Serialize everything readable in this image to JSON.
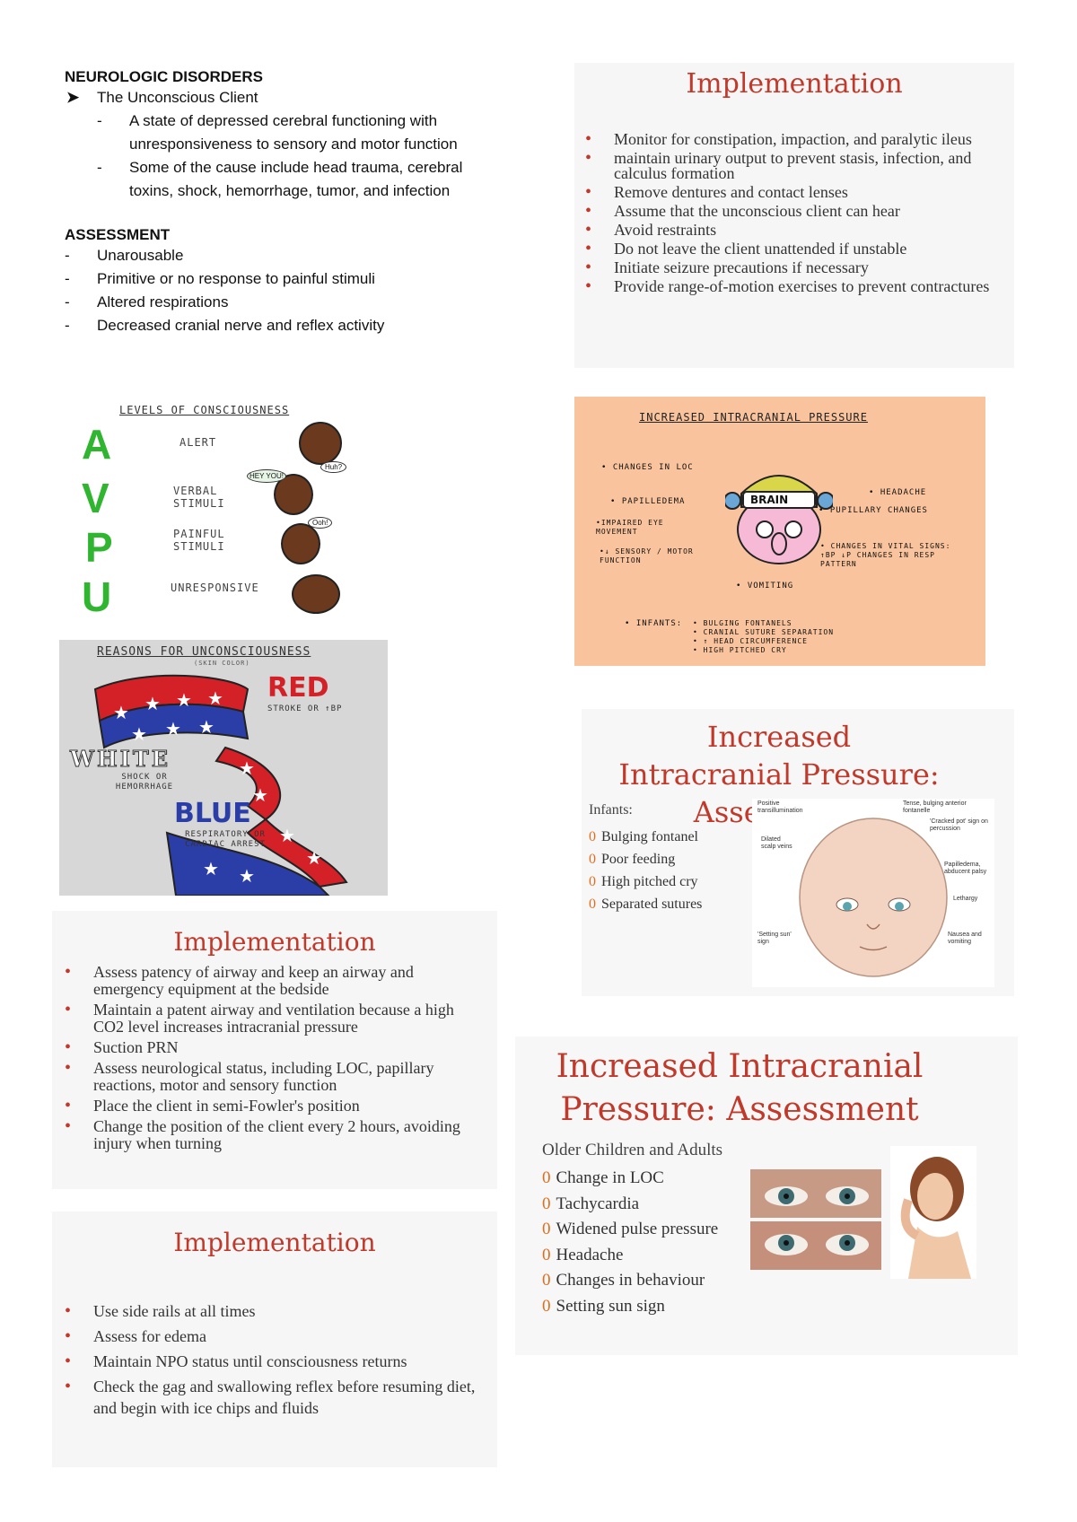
{
  "left": {
    "heading": "NEUROLOGIC DISORDERS",
    "arrow_item": "The Unconscious Client",
    "sub_items": [
      "A state of depressed cerebral functioning with unresponsiveness to sensory and motor function",
      "Some of the cause include head trauma, cerebral toxins, shock, hemorrhage, tumor, and infection"
    ],
    "assessment_heading": "ASSESSMENT",
    "assessment_items": [
      "Unarousable",
      "Primitive or no response to painful stimuli",
      "Altered respirations",
      "Decreased cranial nerve and reflex activity"
    ]
  },
  "avpu": {
    "title": "LEVELS OF CONSCIOUSNESS",
    "letters": [
      "A",
      "V",
      "P",
      "U"
    ],
    "labels": [
      "ALERT",
      "VERBAL STIMULI",
      "PAINFUL STIMULI",
      "UNRESPONSIVE"
    ],
    "bubbles": [
      "Huh?",
      "HEY YOU!",
      "Ooh!"
    ],
    "colors": {
      "letter": "#2fb52f",
      "face": "#6b3a1e"
    }
  },
  "rwb": {
    "title": "REASONS FOR UNCONSCIOUSNESS",
    "subtitle": "(SKIN COLOR)",
    "red": "RED",
    "red_sub": "STROKE OR ↑BP",
    "white": "WHITE",
    "white_sub": "SHOCK OR HEMORRHAGE",
    "blue": "BLUE",
    "blue_sub": "RESPIRATORY OR CARDIAC ARREST",
    "colors": {
      "red": "#d42027",
      "blue": "#2b3ea8",
      "bg": "#d7d7d7"
    }
  },
  "impl1": {
    "title": "Implementation",
    "items": [
      "Assess patency of airway and keep an airway and emergency equipment at the bedside",
      "Maintain a patent airway and ventilation because a high CO2 level increases intracranial pressure",
      "Suction PRN",
      "Assess neurological status, including LOC, papillary reactions, motor and sensory function",
      "Place the client in semi-Fowler's position",
      "Change the position of the client every 2 hours, avoiding injury when turning"
    ]
  },
  "impl2": {
    "title": "Implementation",
    "items": [
      "Use side rails at all times",
      "Assess for edema",
      "Maintain NPO status until consciousness returns",
      "Check the gag and swallowing reflex before resuming diet, and begin with ice chips and fluids"
    ]
  },
  "impl3": {
    "title": "Implementation",
    "items": [
      "Monitor for constipation, impaction, and paralytic ileus",
      "maintain urinary output to prevent stasis, infection, and calculus formation",
      "Remove dentures and contact lenses",
      "Assume that the unconscious client can hear",
      "Avoid restraints",
      "Do not leave the client unattended if unstable",
      "Initiate seizure precautions if necessary",
      "Provide range-of-motion exercises to prevent contractures"
    ]
  },
  "icp_drawing": {
    "title": "INCREASED INTRACRANIAL PRESSURE",
    "brain": "BRAIN",
    "left_labels": [
      "• CHANGES IN LOC",
      "• PAPILLEDEMA",
      "•IMPAIRED EYE MOVEMENT",
      "•↓ SENSORY / MOTOR FUNCTION"
    ],
    "right_labels": [
      "• HEADACHE",
      "• PUPILLARY CHANGES",
      "• CHANGES IN VITAL SIGNS: ↑BP ↓P CHANGES IN RESP PATTERN"
    ],
    "vomiting": "• VOMITING",
    "infants_label": "• INFANTS:",
    "infants": [
      "• BULGING FONTANELS",
      "• CRANIAL SUTURE SEPARATION",
      "• ↑ HEAD CIRCUMFERENCE",
      "• HIGH PITCHED CRY"
    ],
    "colors": {
      "bg": "#f9c49d"
    }
  },
  "icp_infants": {
    "title": "Increased Intracranial Pressure: Assessment",
    "group": "Infants:",
    "items": [
      "Bulging fontanel",
      "Poor feeding",
      "High pitched cry",
      "Separated sutures"
    ],
    "bullet": "0",
    "baby_labels": [
      "Positive transillumination",
      "Tense, bulging anterior fontanelle",
      "Dilated scalp veins",
      "'Cracked pot' sign on percussion",
      "Papilledema, abducent palsy",
      "Lethargy",
      "'Setting sun' sign",
      "Nausea and vomiting"
    ]
  },
  "icp_adults": {
    "title": "Increased Intracranial Pressure: Assessment",
    "group": "Older Children and Adults",
    "items": [
      "Change in LOC",
      "Tachycardia",
      "Widened pulse pressure",
      "Headache",
      "Changes in behaviour",
      "Setting sun sign"
    ],
    "bullet": "0"
  }
}
